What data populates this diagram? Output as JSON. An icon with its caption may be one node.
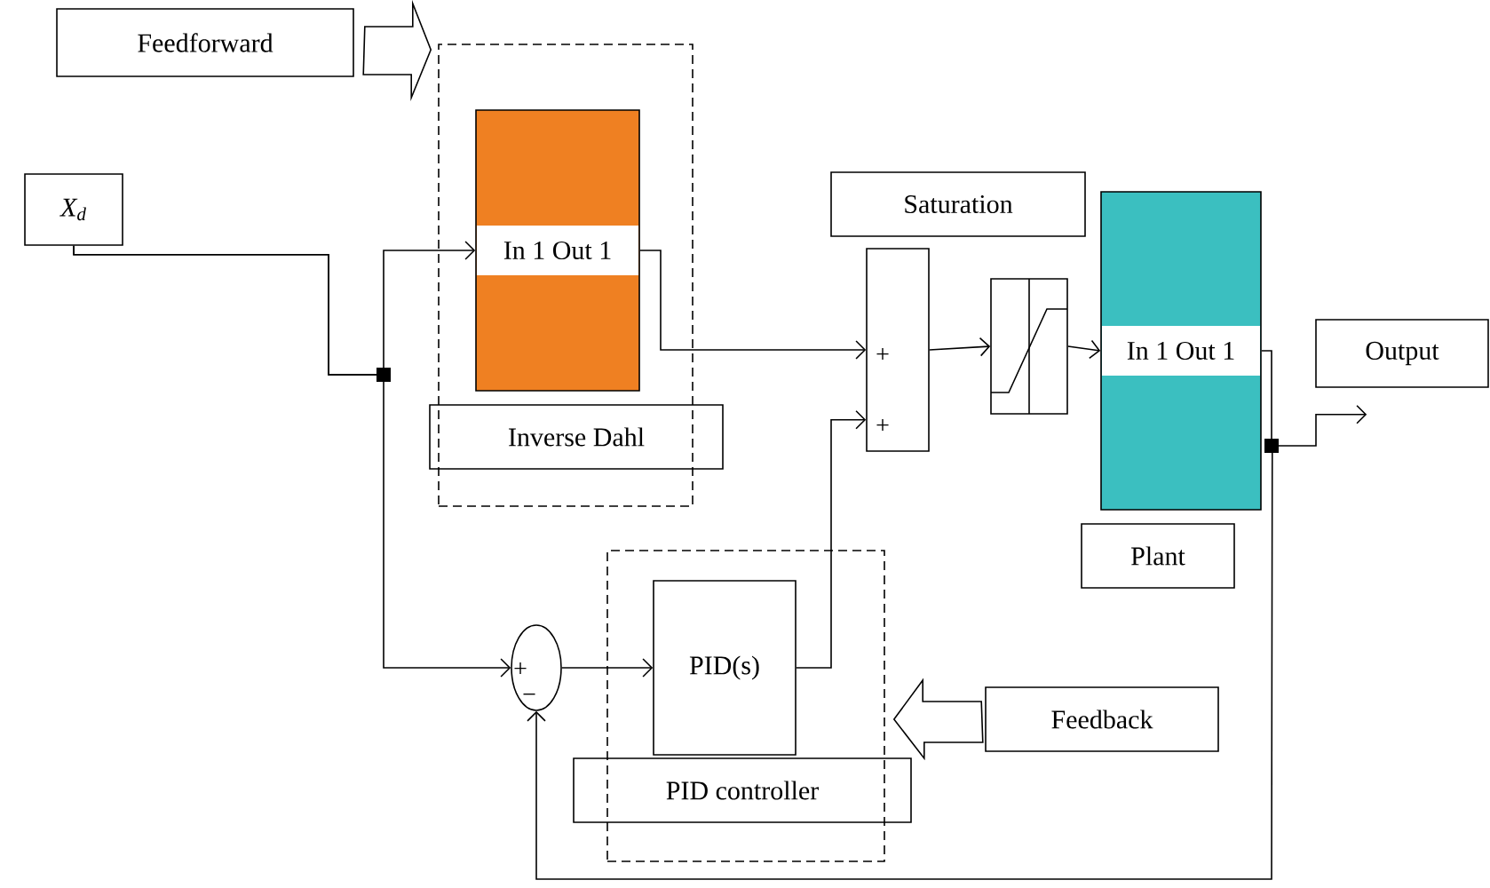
{
  "diagram": {
    "nodes": [
      {
        "text": [
          "Feedforward"
        ]
      },
      {
        "text": [],
        "shape": "box"
      },
      {
        "text": [
          "In 1 Out 1"
        ],
        "in": 1
      },
      {
        "text": [
          "Inverse Dahl"
        ]
      },
      {
        "text": [
          "X$_{d}$"
        ]
      },
      {
        "text": [
          "Saturation"
        ]
      },
      {
        "text": [
          "+",
          "+"
        ]
      },
      {
        "text": [],
        "shape": "box"
      },
      {
        "text": [
          "In 1 Out 1"
        ]
      },
      {
        "text": [
          "Plant"
        ]
      },
      {
        "text": [
          "Output"
        ]
      },
      {
        "text": [],
        "shape": "box"
      },
      {
        "text": [
          "PID(s)"
        ],
        "in": 11
      },
      {
        "text": [
          "PID controller"
        ]
      },
      {
        "text": [
          "+",
          "−"
        ]
      },
      {
        "text": [
          "Feedback"
        ]
      }
    ],
    "edges": [
      {
        "from": 0,
        "to": 1,
        "arrow": "to"
      },
      {
        "from": 4,
        "to": 2,
        "arrow": "to"
      },
      {
        "from": 4,
        "to": 14,
        "arrow": "to"
      },
      {
        "from": 2,
        "to": 6,
        "arrow": "to"
      },
      {
        "from": 6,
        "to": 7,
        "arrow": "to"
      },
      {
        "from": 7,
        "to": 8,
        "arrow": "to"
      },
      {
        "from": 8,
        "to": 10,
        "arrow": "to"
      },
      {
        "from": 8,
        "to": 14,
        "arrow": "to"
      },
      {
        "from": 14,
        "to": 12,
        "arrow": "to"
      },
      {
        "from": 12,
        "to": 6,
        "arrow": "to"
      },
      {
        "from": 15,
        "to": 11,
        "arrow": "to"
      }
    ]
  }
}
